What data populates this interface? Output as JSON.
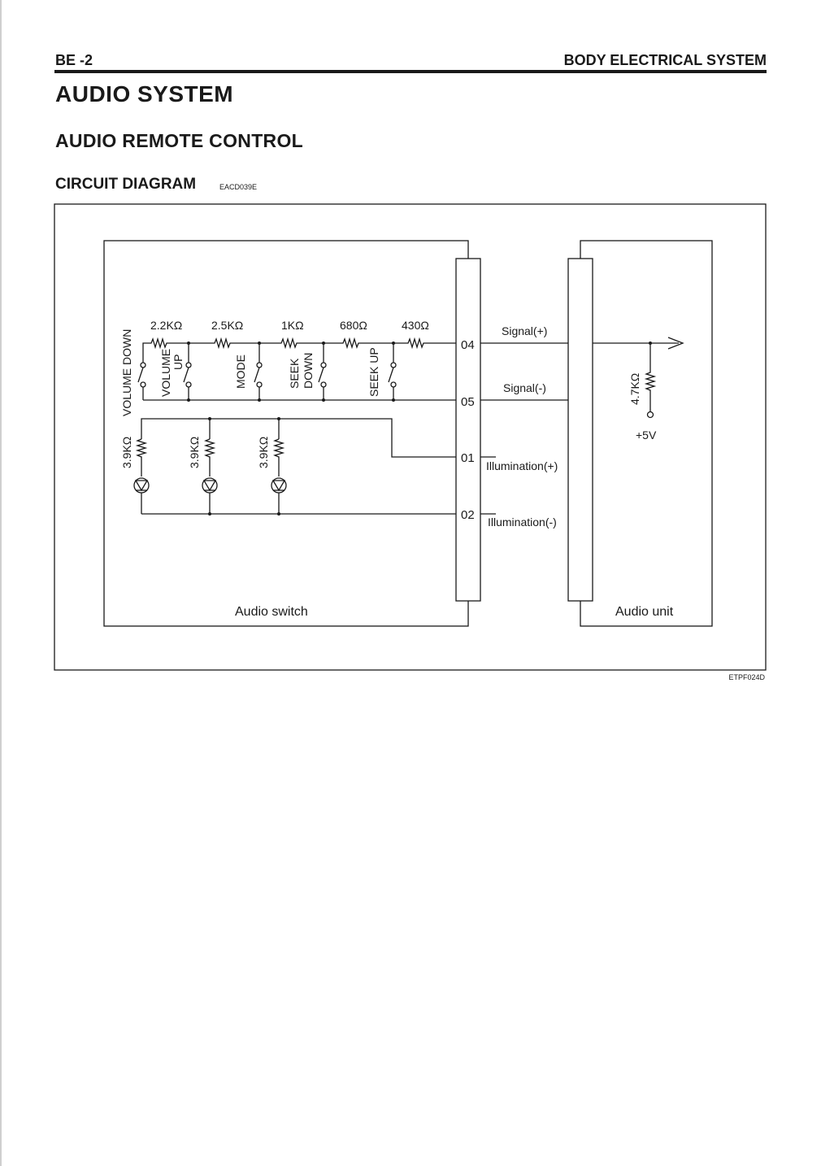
{
  "header": {
    "page_number": "BE -2",
    "section_title": "BODY ELECTRICAL SYSTEM"
  },
  "title": "AUDIO SYSTEM",
  "subtitle": "AUDIO REMOTE CONTROL",
  "section": {
    "label": "CIRCUIT DIAGRAM",
    "code": "EACD039E"
  },
  "figure_code": "ETPF024D",
  "diagram": {
    "resistors": {
      "r1": "2.2KΩ",
      "r2": "2.5KΩ",
      "r3": "1KΩ",
      "r4": "680Ω",
      "r5": "430Ω",
      "pullup": "4.7KΩ",
      "lamp": "3.9KΩ"
    },
    "switches": {
      "volume_down": "VOLUME DOWN",
      "volume_up_1": "VOLUME",
      "volume_up_2": "UP",
      "mode": "MODE",
      "seek_down_1": "SEEK",
      "seek_down_2": "DOWN",
      "seek_up": "SEEK UP"
    },
    "pins": [
      "04",
      "05",
      "01",
      "02"
    ],
    "signals": {
      "signal_plus": "Signal(+)",
      "signal_minus": "Signal(-)",
      "illum_plus": "Illumination(+)",
      "illum_minus": "Illumination(-)"
    },
    "supply": "+5V",
    "blocks": {
      "audio_switch": "Audio switch",
      "audio_unit": "Audio unit"
    }
  }
}
